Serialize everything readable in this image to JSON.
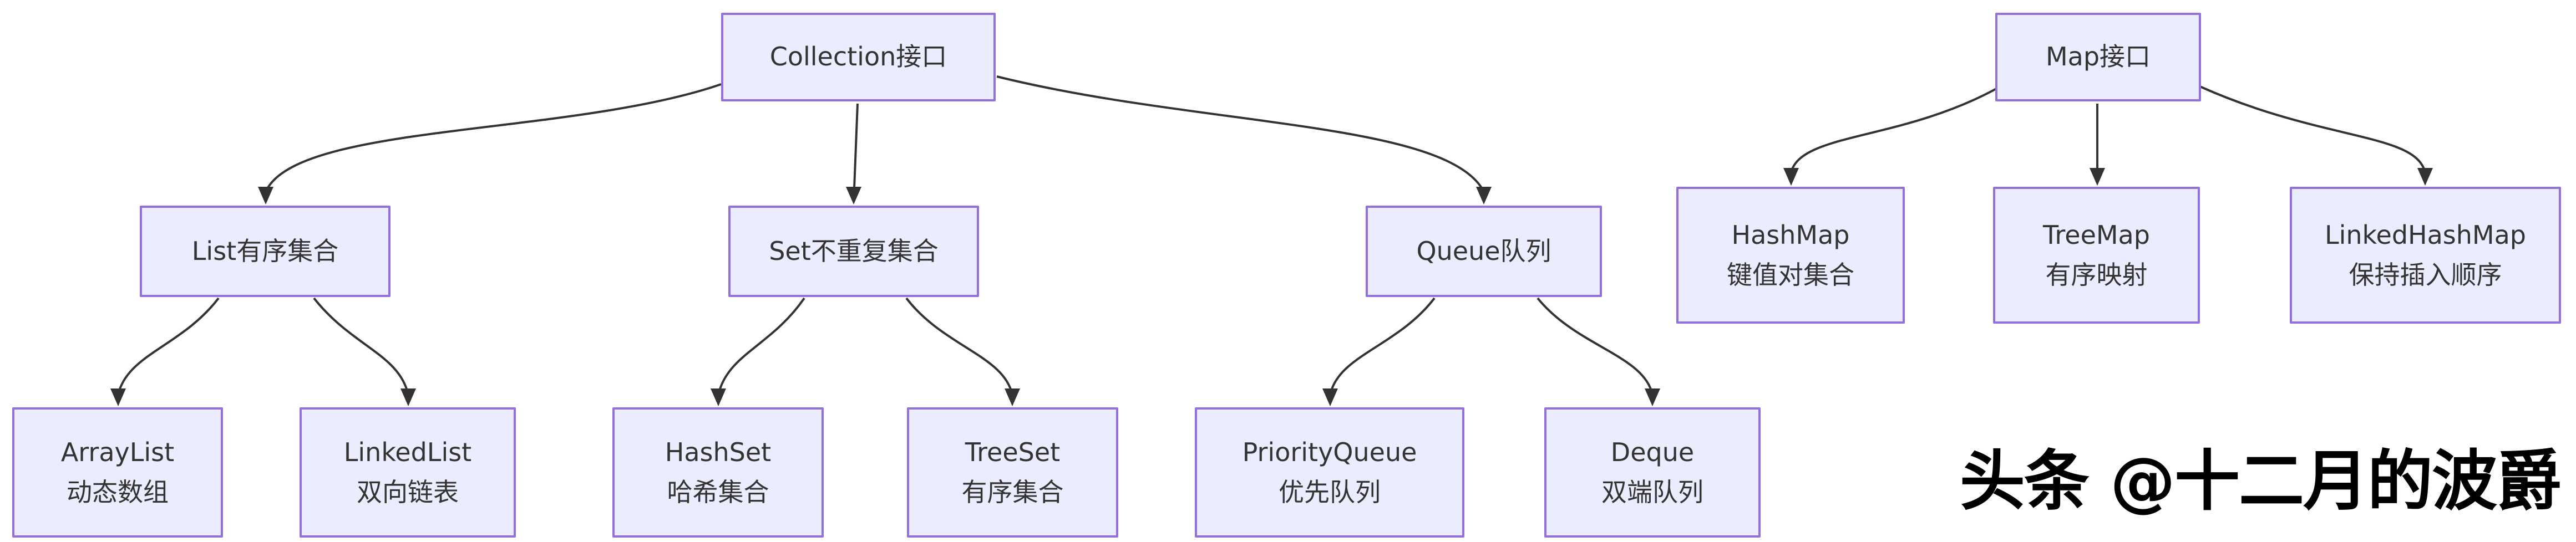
{
  "diagram": {
    "type": "flowchart",
    "colors": {
      "node_fill": "#ECECFF",
      "node_border": "#9370DB",
      "edge": "#333333",
      "text": "#333333",
      "background": "#ffffff"
    },
    "nodes": {
      "collection": {
        "label": "Collection接口"
      },
      "map": {
        "label": "Map接口"
      },
      "list": {
        "label": "List有序集合"
      },
      "set": {
        "label": "Set不重复集合"
      },
      "queue": {
        "label": "Queue队列"
      },
      "arraylist": {
        "name": "ArrayList",
        "desc": "动态数组"
      },
      "linkedlist": {
        "name": "LinkedList",
        "desc": "双向链表"
      },
      "hashset": {
        "name": "HashSet",
        "desc": "哈希集合"
      },
      "treeset": {
        "name": "TreeSet",
        "desc": "有序集合"
      },
      "priorityqueue": {
        "name": "PriorityQueue",
        "desc": "优先队列"
      },
      "deque": {
        "name": "Deque",
        "desc": "双端队列"
      },
      "hashmap": {
        "name": "HashMap",
        "desc": "键值对集合"
      },
      "treemap": {
        "name": "TreeMap",
        "desc": "有序映射"
      },
      "linkedhashmap": {
        "name": "LinkedHashMap",
        "desc": "保持插入顺序"
      }
    },
    "edges": [
      {
        "from": "collection",
        "to": "list"
      },
      {
        "from": "collection",
        "to": "set"
      },
      {
        "from": "collection",
        "to": "queue"
      },
      {
        "from": "list",
        "to": "arraylist"
      },
      {
        "from": "list",
        "to": "linkedlist"
      },
      {
        "from": "set",
        "to": "hashset"
      },
      {
        "from": "set",
        "to": "treeset"
      },
      {
        "from": "queue",
        "to": "priorityqueue"
      },
      {
        "from": "queue",
        "to": "deque"
      },
      {
        "from": "map",
        "to": "hashmap"
      },
      {
        "from": "map",
        "to": "treemap"
      },
      {
        "from": "map",
        "to": "linkedhashmap"
      }
    ]
  },
  "watermark": {
    "text": "头条 @十二月的波爵"
  }
}
